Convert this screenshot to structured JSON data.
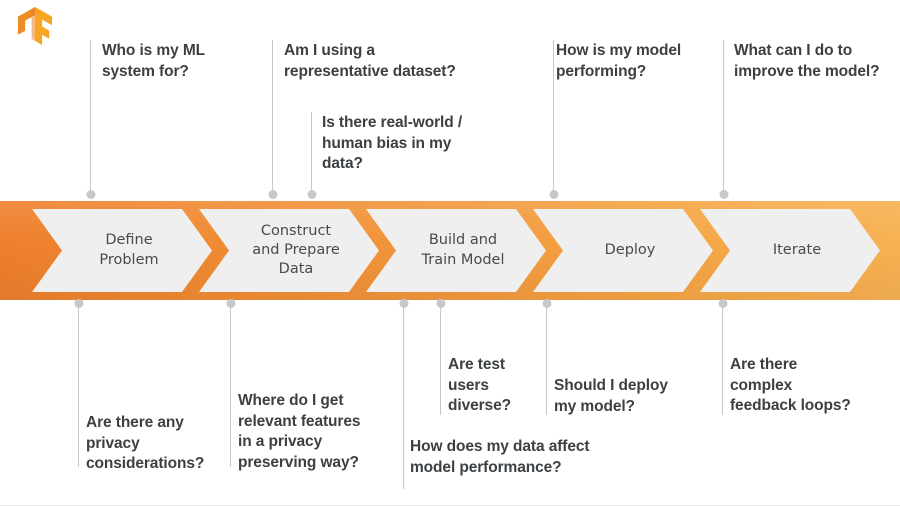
{
  "logo": {
    "name": "tensorflow-logo",
    "color": "#f5a623"
  },
  "theme": {
    "bar_gradient_start": "#ee7f2d",
    "bar_gradient_end": "#f7b152",
    "chevron_fill": "#efefef",
    "text_color": "#3c4043",
    "connector_color": "#c6c8ca"
  },
  "pipeline": {
    "steps": [
      {
        "label": "Define\nProblem"
      },
      {
        "label": "Construct\nand Prepare\nData"
      },
      {
        "label": "Build and\nTrain Model"
      },
      {
        "label": "Deploy"
      },
      {
        "label": "Iterate"
      }
    ]
  },
  "questions_above": [
    {
      "text": "Who is my ML\nsystem for?"
    },
    {
      "text": "Am I using a\nrepresentative dataset?"
    },
    {
      "text": "Is there real-world /\nhuman bias in my\ndata?"
    },
    {
      "text": "How is my model\nperforming?"
    },
    {
      "text": "What can I do to\nimprove the model?"
    }
  ],
  "questions_below": [
    {
      "text": "Are there any\nprivacy\nconsiderations?"
    },
    {
      "text": "Where do I get\nrelevant features\nin a privacy\npreserving way?"
    },
    {
      "text": "How does my data affect\nmodel performance?"
    },
    {
      "text": "Are test\nusers\ndiverse?"
    },
    {
      "text": "Should I deploy\nmy model?"
    },
    {
      "text": "Are there\ncomplex\nfeedback loops?"
    }
  ]
}
